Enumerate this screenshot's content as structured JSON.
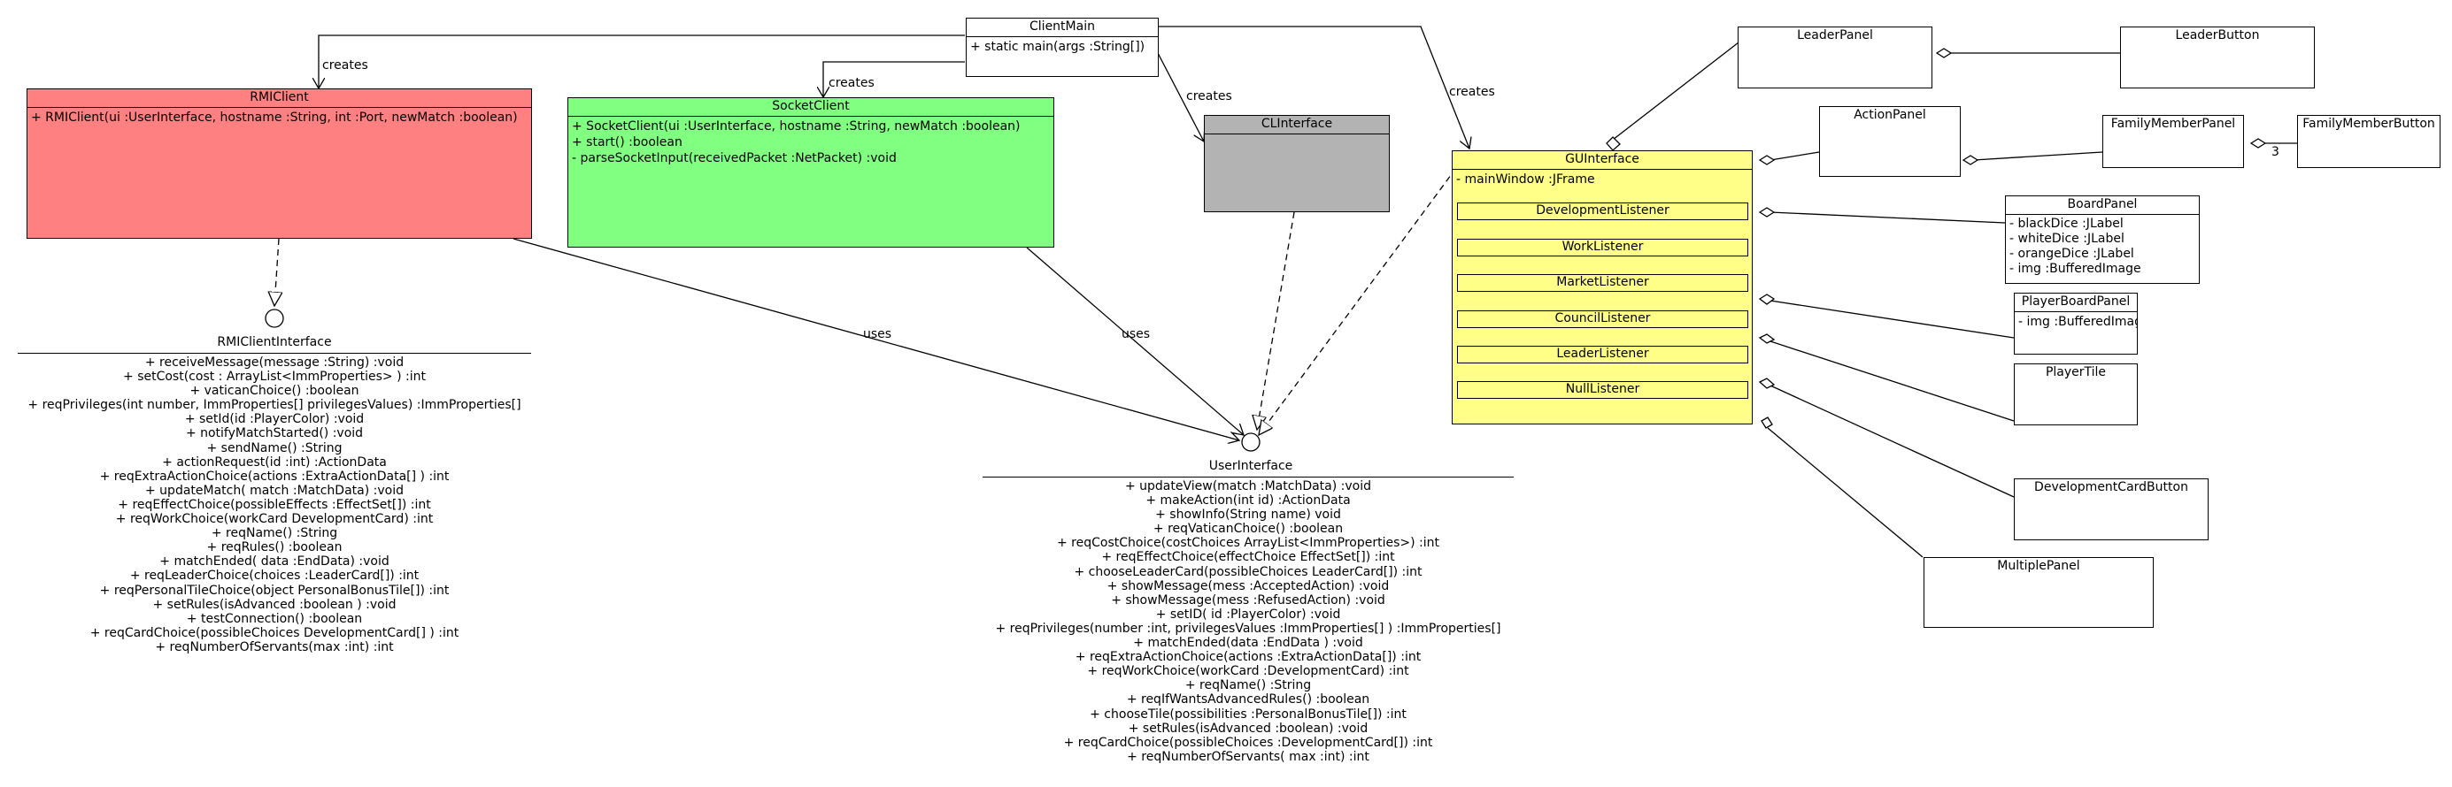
{
  "colors": {
    "rmiclient": "#ff8080",
    "socketclient": "#80ff80",
    "clinterface": "#b3b3b3",
    "guinterface": "#ffff88"
  },
  "edge_labels": {
    "creates": "creates",
    "uses": "uses",
    "multiplicity_3": "3"
  },
  "client_main": {
    "name": "ClientMain",
    "ops": [
      "+ static main(args :String[])"
    ]
  },
  "rmi_client": {
    "name": "RMIClient",
    "ops": [
      "+ RMIClient(ui :UserInterface, hostname :String, int :Port, newMatch :boolean)"
    ]
  },
  "socket_client": {
    "name": "SocketClient",
    "ops": [
      "+ SocketClient(ui :UserInterface, hostname :String, newMatch :boolean)",
      "+ start() :boolean",
      "- parseSocketInput(receivedPacket :NetPacket) :void"
    ]
  },
  "cl_interface": {
    "name": "CLInterface"
  },
  "gui_interface": {
    "name": "GUInterface",
    "attrs": [
      "- mainWindow :JFrame"
    ],
    "listeners": [
      "DevelopmentListener",
      "WorkListener",
      "MarketListener",
      "CouncilListener",
      "LeaderListener",
      "NullListener"
    ]
  },
  "leader_panel": {
    "name": "LeaderPanel"
  },
  "leader_button": {
    "name": "LeaderButton"
  },
  "action_panel": {
    "name": "ActionPanel"
  },
  "family_member_panel": {
    "name": "FamilyMemberPanel"
  },
  "family_member_button": {
    "name": "FamilyMemberButton"
  },
  "board_panel": {
    "name": "BoardPanel",
    "attrs": [
      "- blackDice :JLabel",
      "- whiteDice :JLabel",
      "- orangeDice :JLabel",
      "- img :BufferedImage"
    ]
  },
  "player_board_panel": {
    "name": "PlayerBoardPanel",
    "attrs": [
      "- img :BufferedImag"
    ]
  },
  "player_tile": {
    "name": "PlayerTile"
  },
  "development_card_button": {
    "name": "DevelopmentCardButton"
  },
  "multiple_panel": {
    "name": "MultiplePanel"
  },
  "rmi_client_interface": {
    "name": "RMIClientInterface",
    "ops": [
      "+ receiveMessage(message :String) :void",
      "+ setCost(cost : ArrayList<ImmProperties> ) :int",
      "+ vaticanChoice() :boolean",
      "+ reqPrivileges(int number, ImmProperties[] privilegesValues) :ImmProperties[]",
      "+ setId(id :PlayerColor) :void",
      "+ notifyMatchStarted() :void",
      "+ sendName() :String",
      "+ actionRequest(id :int) :ActionData",
      "+ reqExtraActionChoice(actions :ExtraActionData[] ) :int",
      "+ updateMatch( match :MatchData) :void",
      "+ reqEffectChoice(possibleEffects :EffectSet[]) :int",
      "+ reqWorkChoice(workCard DevelopmentCard) :int",
      "+ reqName() :String",
      "+ reqRules() :boolean",
      "+ matchEnded( data :EndData) :void",
      "+ reqLeaderChoice(choices :LeaderCard[]) :int",
      "+ reqPersonalTileChoice(object PersonalBonusTile[]) :int",
      "+ setRules(isAdvanced :boolean ) :void",
      "+ testConnection() :boolean",
      "+ reqCardChoice(possibleChoices DevelopmentCard[] ) :int",
      "+ reqNumberOfServants(max :int) :int"
    ]
  },
  "user_interface": {
    "name": "UserInterface",
    "ops": [
      "+ updateView(match :MatchData) :void",
      "+ makeAction(int id) :ActionData",
      "+ showInfo(String name) void",
      "+ reqVaticanChoice() :boolean",
      "+ reqCostChoice(costChoices ArrayList<ImmProperties>) :int",
      "+ reqEffectChoice(effectChoice EffectSet[]) :int",
      "+ chooseLeaderCard(possibleChoices LeaderCard[]) :int",
      "+ showMessage(mess :AcceptedAction) :void",
      "+ showMessage(mess :RefusedAction) :void",
      "+ setID( id :PlayerColor) :void",
      "+ reqPrivileges(number :int, privilegesValues :ImmProperties[] ) :ImmProperties[]",
      "+ matchEnded(data :EndData ) :void",
      "+ reqExtraActionChoice(actions :ExtraActionData[]) :int",
      "+ reqWorkChoice(workCard :DevelopmentCard) :int",
      "+ reqName() :String",
      "+ reqIfWantsAdvancedRules() :boolean",
      "+ chooseTile(possibilities :PersonalBonusTile[]) :int",
      "+ setRules(isAdvanced :boolean) :void",
      "+ reqCardChoice(possibleChoices :DevelopmentCard[]) :int",
      "+ reqNumberOfServants( max :int) :int"
    ]
  }
}
